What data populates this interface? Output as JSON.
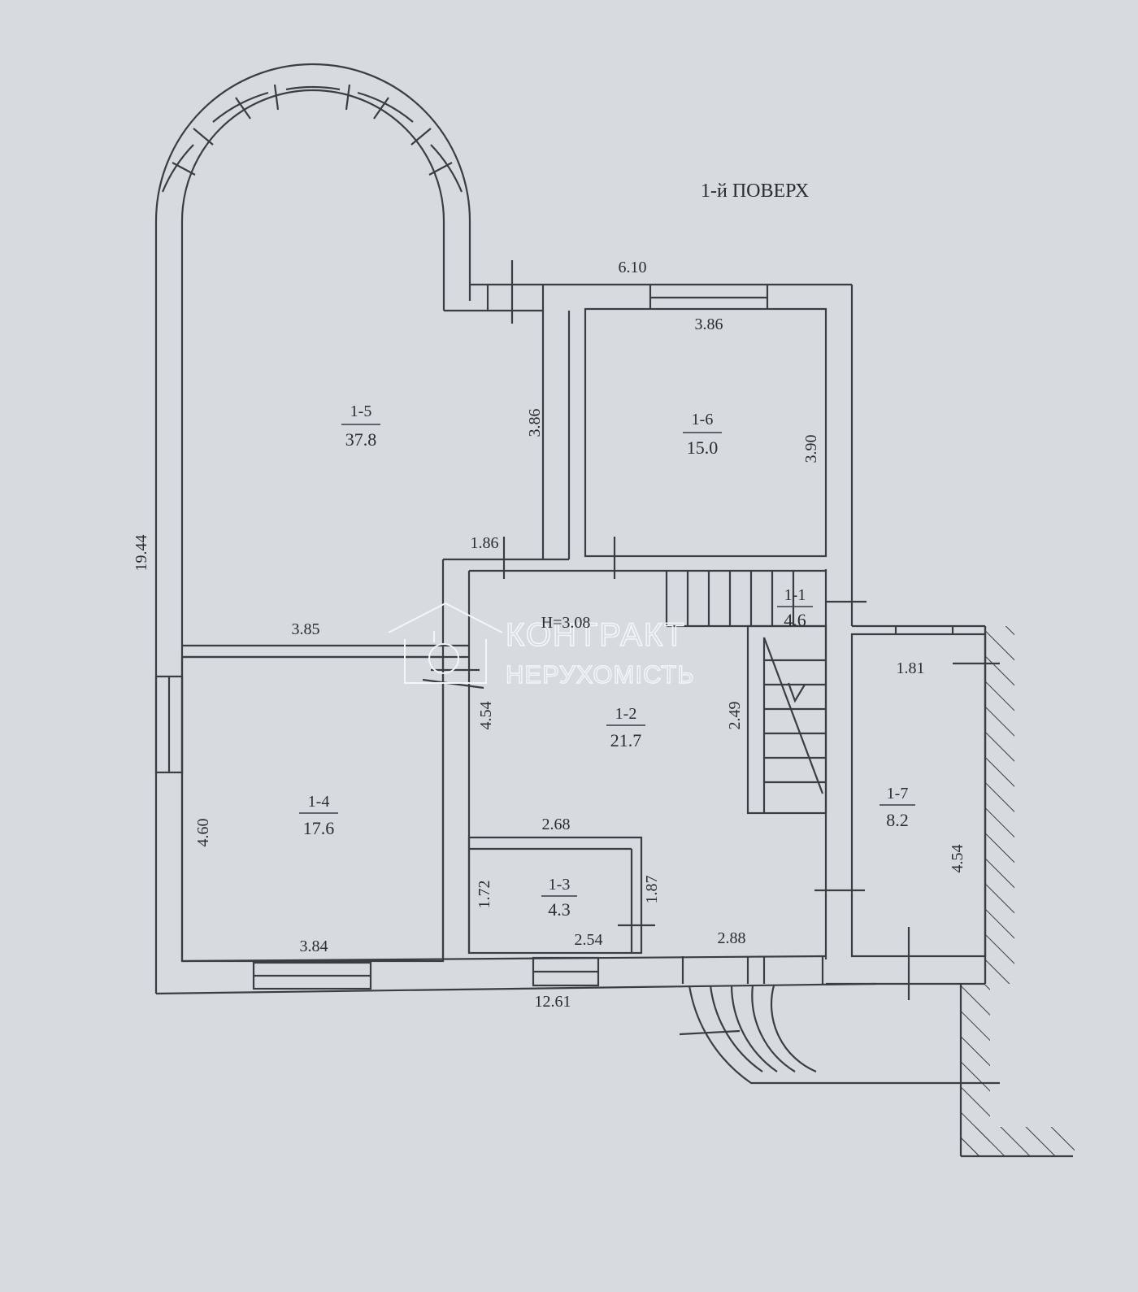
{
  "title": "1-й ПОВЕРХ",
  "colors": {
    "paper": "#d6dbe0",
    "line": "#3a3d42",
    "ink": "#2a2c30",
    "watermark": "#f4f6f8"
  },
  "rooms": [
    {
      "id": "1-1",
      "area": "4.6"
    },
    {
      "id": "1-2",
      "area": "21.7"
    },
    {
      "id": "1-3",
      "area": "4.3"
    },
    {
      "id": "1-4",
      "area": "17.6"
    },
    {
      "id": "1-5",
      "area": "37.8"
    },
    {
      "id": "1-6",
      "area": "15.0"
    },
    {
      "id": "1-7",
      "area": "8.2"
    }
  ],
  "dimensions": {
    "overall_height": "19.44",
    "overall_width": "12.61",
    "top_6_10": "6.10",
    "room6_width": "3.86",
    "room6_height": "3.90",
    "room5_height": "3.86",
    "room5_bottom": "1.86",
    "room4_top": "3.85",
    "room4_height": "4.60",
    "room4_bottom": "3.84",
    "room2_ceiling": "Н=3.08",
    "room2_left": "4.54",
    "stair_2_49": "2.49",
    "room3_top": "2.68",
    "room3_left": "1.72",
    "room3_right": "1.87",
    "room3_bottom": "2.54",
    "room2_bottom": "2.88",
    "room7_top": "1.81",
    "room7_right": "4.54"
  },
  "watermark": {
    "brand": "КОНТРАКТ",
    "sub": "НЕРУХОМІСТЬ"
  }
}
